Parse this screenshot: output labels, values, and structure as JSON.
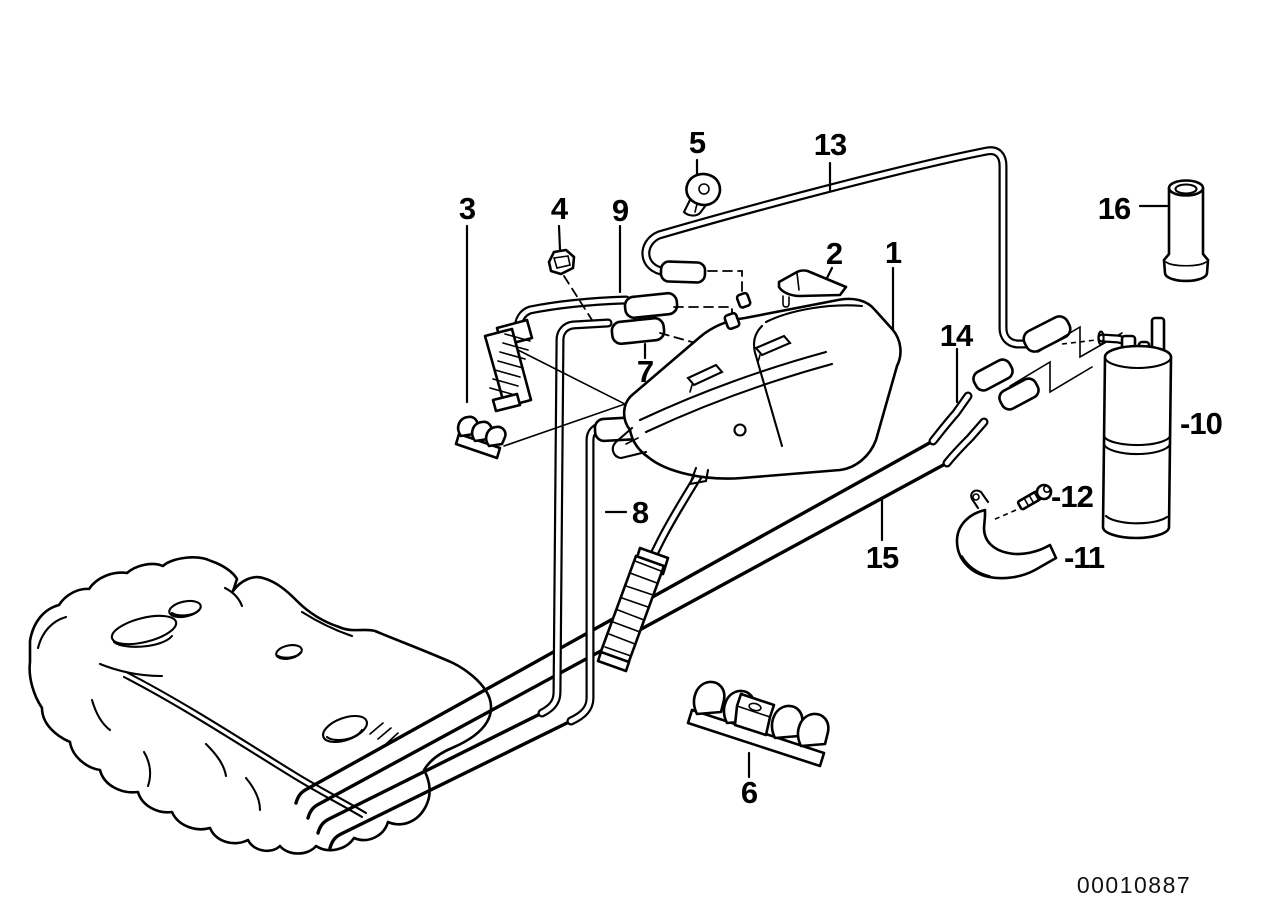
{
  "diagram": {
    "callouts": {
      "1": "1",
      "2": "2",
      "3": "3",
      "4": "4",
      "5": "5",
      "6": "6",
      "7": "7",
      "8": "8",
      "9": "9",
      "10": "-10",
      "11": "-11",
      "12": "-12",
      "13": "13",
      "14": "14",
      "15": "15",
      "16": "16"
    },
    "image_number": "00010887",
    "colors": {
      "line": "#000000",
      "background": "#ffffff"
    }
  }
}
